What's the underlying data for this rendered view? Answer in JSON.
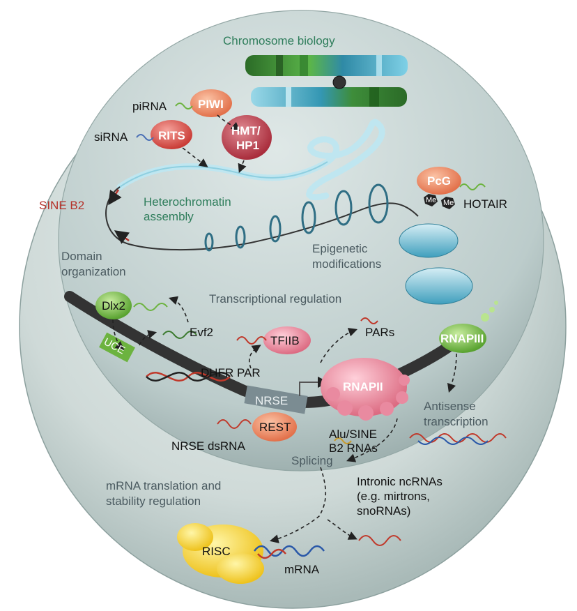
{
  "colors": {
    "outer_sphere": "#cfdad8",
    "inner_sphere": "#b9c9c7",
    "red_node": "#d9534f",
    "green_node": "#6cb33f",
    "yellow_node": "#f1cf2a",
    "pink_node": "#e77f8f",
    "orange_node": "#f08a5d",
    "dna_blue": "#4ab0c8",
    "dna_red": "#c0392b"
  },
  "labels": {
    "chromosome_biology": "Chromosome biology",
    "pirna": "piRNA",
    "piwi": "PIWI",
    "sirna": "siRNA",
    "rits": "RITS",
    "hmt_hp1_line1": "HMT/",
    "hmt_hp1_line2": "HP1",
    "heterochromatin_line1": "Heterochromatin",
    "heterochromatin_line2": "assembly",
    "sine_b2": "SINE B2",
    "pcg": "PcG",
    "me1": "Me",
    "me2": "Me",
    "hotair": "HOTAIR",
    "epigenetic_line1": "Epigenetic",
    "epigenetic_line2": "modifications",
    "domain_line1": "Domain",
    "domain_line2": "organization",
    "dlx2": "Dlx2",
    "transcriptional_regulation": "Transcriptional regulation",
    "evf2": "Evf2",
    "tfiib": "TFIIB",
    "pars": "PARs",
    "rnapiii": "RNAPIII",
    "uce": "UCE",
    "dhfr_par": "DHFR PAR",
    "rnapii": "RNAPII",
    "nrse": "NRSE",
    "rest": "REST",
    "nrse_dsrna": "NRSE dsRNA",
    "alu_line1": "Alu/SINE",
    "alu_line2": "B2 RNAs",
    "antisense_line1": "Antisense",
    "antisense_line2": "transcription",
    "splicing": "Splicing",
    "mrna_translation_line1": "mRNA translation and",
    "mrna_translation_line2": "stability regulation",
    "intronic_line1": "Intronic ncRNAs",
    "intronic_line2": "(e.g. mirtrons,",
    "intronic_line3": "snoRNAs)",
    "risc": "RISC",
    "mrna": "mRNA"
  }
}
